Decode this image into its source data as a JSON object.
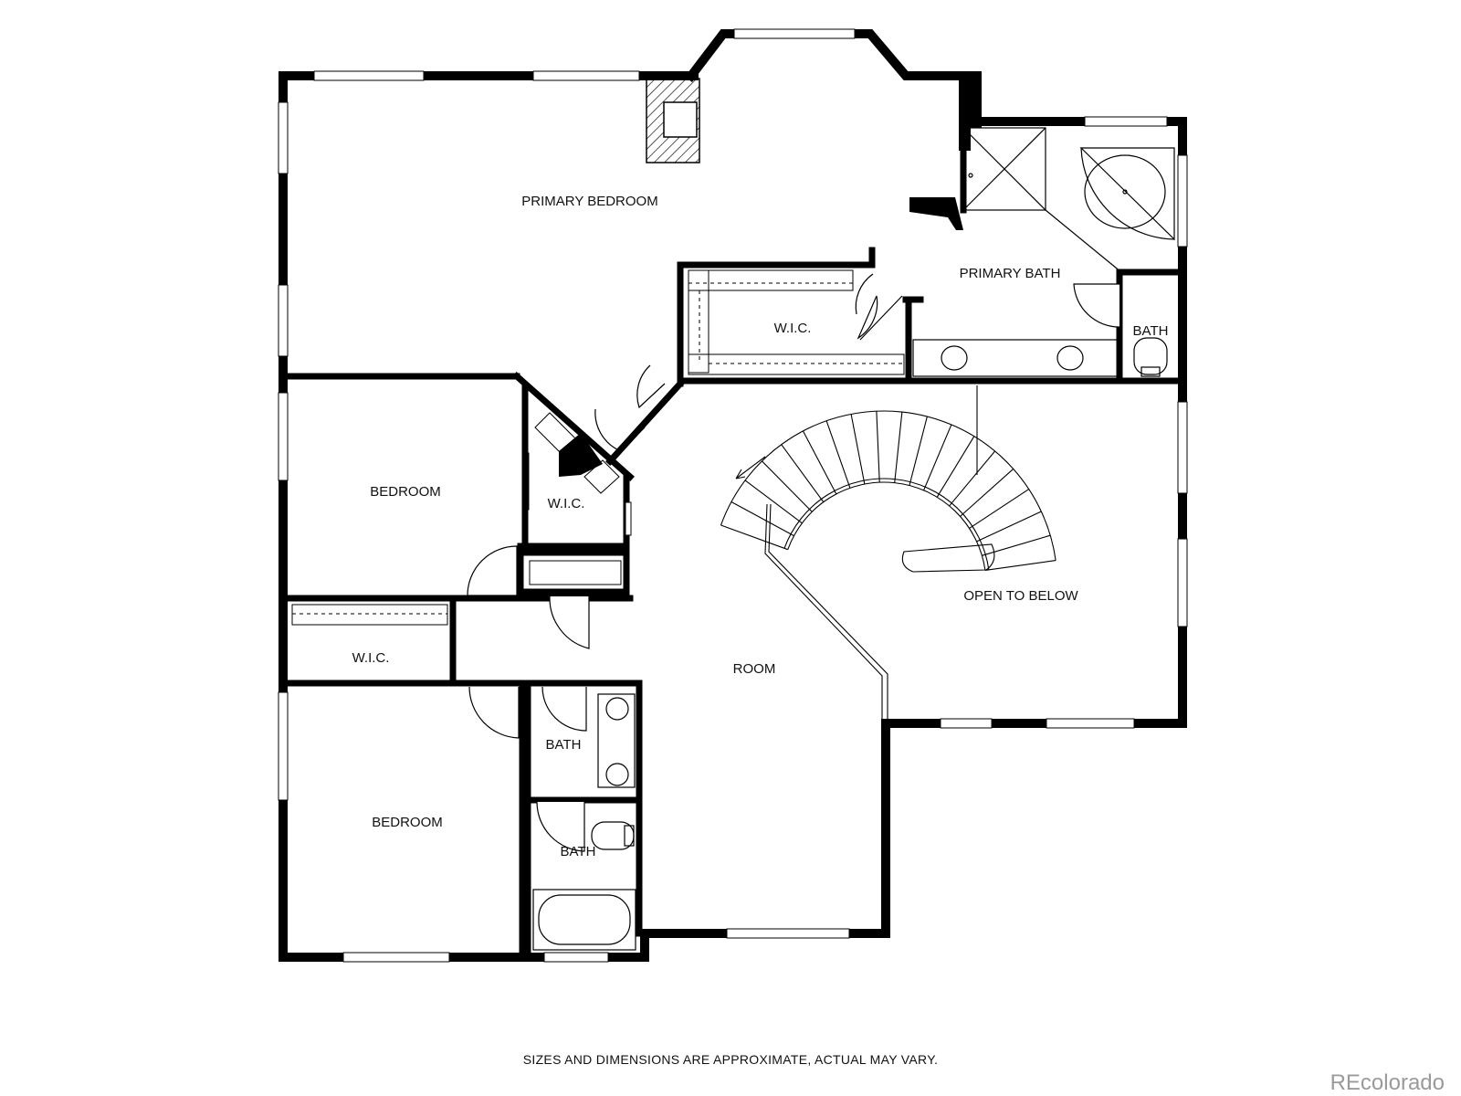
{
  "rooms": {
    "primary_bedroom": "PRIMARY BEDROOM",
    "primary_bath": "PRIMARY BATH",
    "wic_primary": "W.I.C.",
    "bath_primary_wc": "BATH",
    "bedroom_upper": "BEDROOM",
    "wic_middle": "W.I.C.",
    "wic_lower": "W.I.C.",
    "bedroom_lower": "BEDROOM",
    "bath_middle": "BATH",
    "bath_lower": "BATH",
    "room": "ROOM",
    "open_to_below": "OPEN TO BELOW"
  },
  "footer": {
    "disclaimer": "SIZES AND DIMENSIONS ARE APPROXIMATE, ACTUAL MAY VARY.",
    "watermark": "REcolorado"
  },
  "colors": {
    "wall": "#000000",
    "window": "#ffffff",
    "text": "#111111",
    "watermark": "#9a9a9a"
  }
}
